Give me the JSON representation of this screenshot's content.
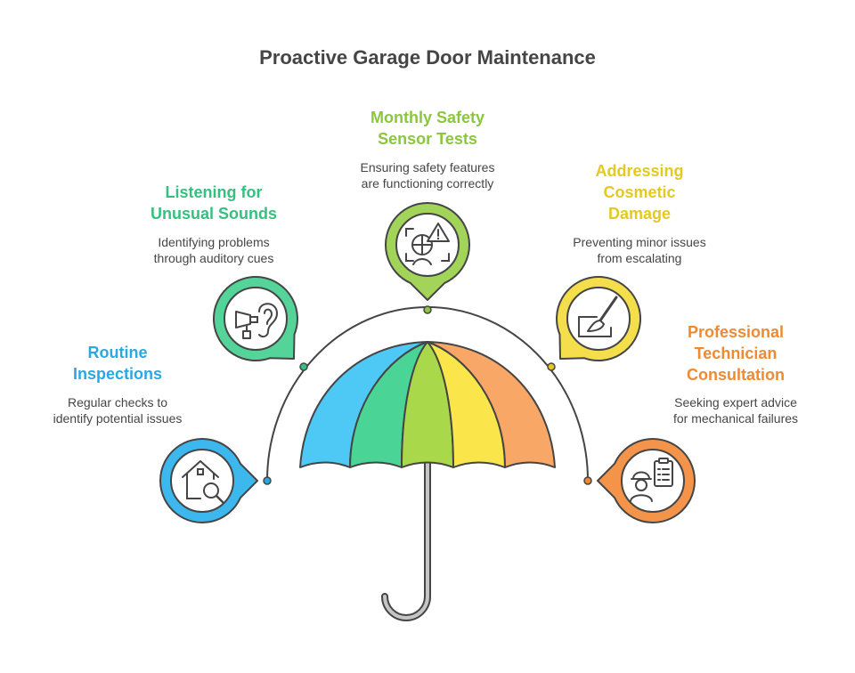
{
  "title": "Proactive Garage Door Maintenance",
  "items": [
    {
      "title_lines": [
        "Routine",
        "Inspections"
      ],
      "desc_lines": [
        "Regular checks to",
        "identify potential issues"
      ],
      "color": "#2aa8df",
      "ring": "#3cb8ee",
      "icon": "house-magnifier-icon"
    },
    {
      "title_lines": [
        "Listening for",
        "Unusual Sounds"
      ],
      "desc_lines": [
        "Identifying problems",
        "through auditory cues"
      ],
      "color": "#35c081",
      "ring": "#55d49a",
      "icon": "ear-horn-icon"
    },
    {
      "title_lines": [
        "Monthly Safety",
        "Sensor Tests"
      ],
      "desc_lines": [
        "Ensuring safety features",
        "are functioning correctly"
      ],
      "color": "#8cc63f",
      "ring": "#a2d45a",
      "icon": "sensor-warning-icon"
    },
    {
      "title_lines": [
        "Addressing",
        "Cosmetic",
        "Damage"
      ],
      "desc_lines": [
        "Preventing minor issues",
        "from escalating"
      ],
      "color": "#e3c922",
      "ring": "#f4de4c",
      "icon": "paintbrush-icon"
    },
    {
      "title_lines": [
        "Professional",
        "Technician",
        "Consultation"
      ],
      "desc_lines": [
        "Seeking expert advice",
        "for mechanical failures"
      ],
      "color": "#ee8a32",
      "ring": "#f4944a",
      "icon": "technician-clipboard-icon"
    }
  ],
  "umbrella_colors": [
    "#4ec9f5",
    "#4ad596",
    "#a9d94a",
    "#fae54a",
    "#f9a766"
  ]
}
